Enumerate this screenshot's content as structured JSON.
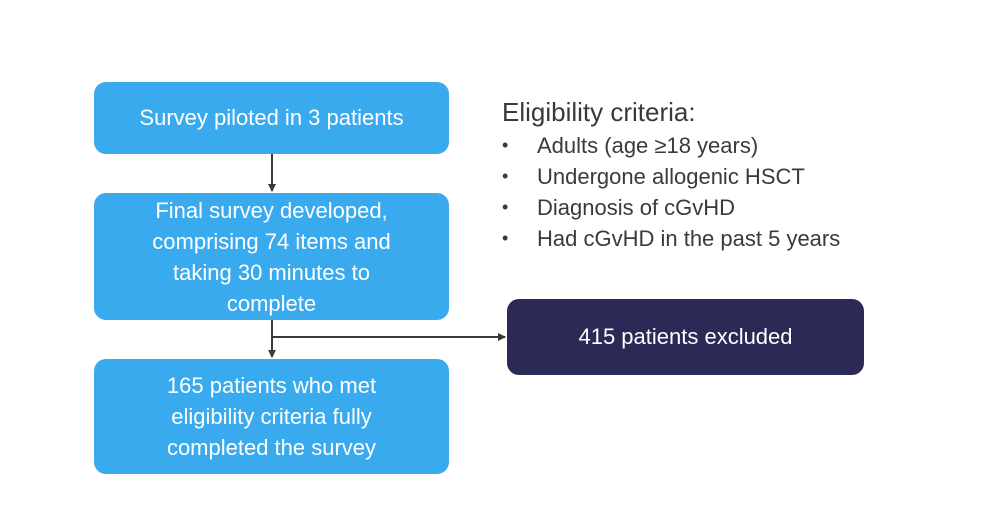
{
  "flow": {
    "pilot": "Survey piloted in 3 patients",
    "final": "Final survey developed,\ncomprising 74 items and\ntaking 30 minutes to\ncomplete",
    "met": "165 patients who met\neligibility criteria fully\ncompleted the survey",
    "excluded": "415 patients excluded"
  },
  "criteria": {
    "heading": "Eligibility criteria:",
    "items": [
      "Adults (age ≥18 years)",
      "Undergone allogenic HSCT",
      "Diagnosis of cGvHD",
      "Had cGvHD in the past 5 years"
    ]
  },
  "colors": {
    "box_blue": "#3aaaee",
    "box_navy": "#2b2a56",
    "connector": "#3a3a3a",
    "text_dark": "#3a3a3a"
  }
}
